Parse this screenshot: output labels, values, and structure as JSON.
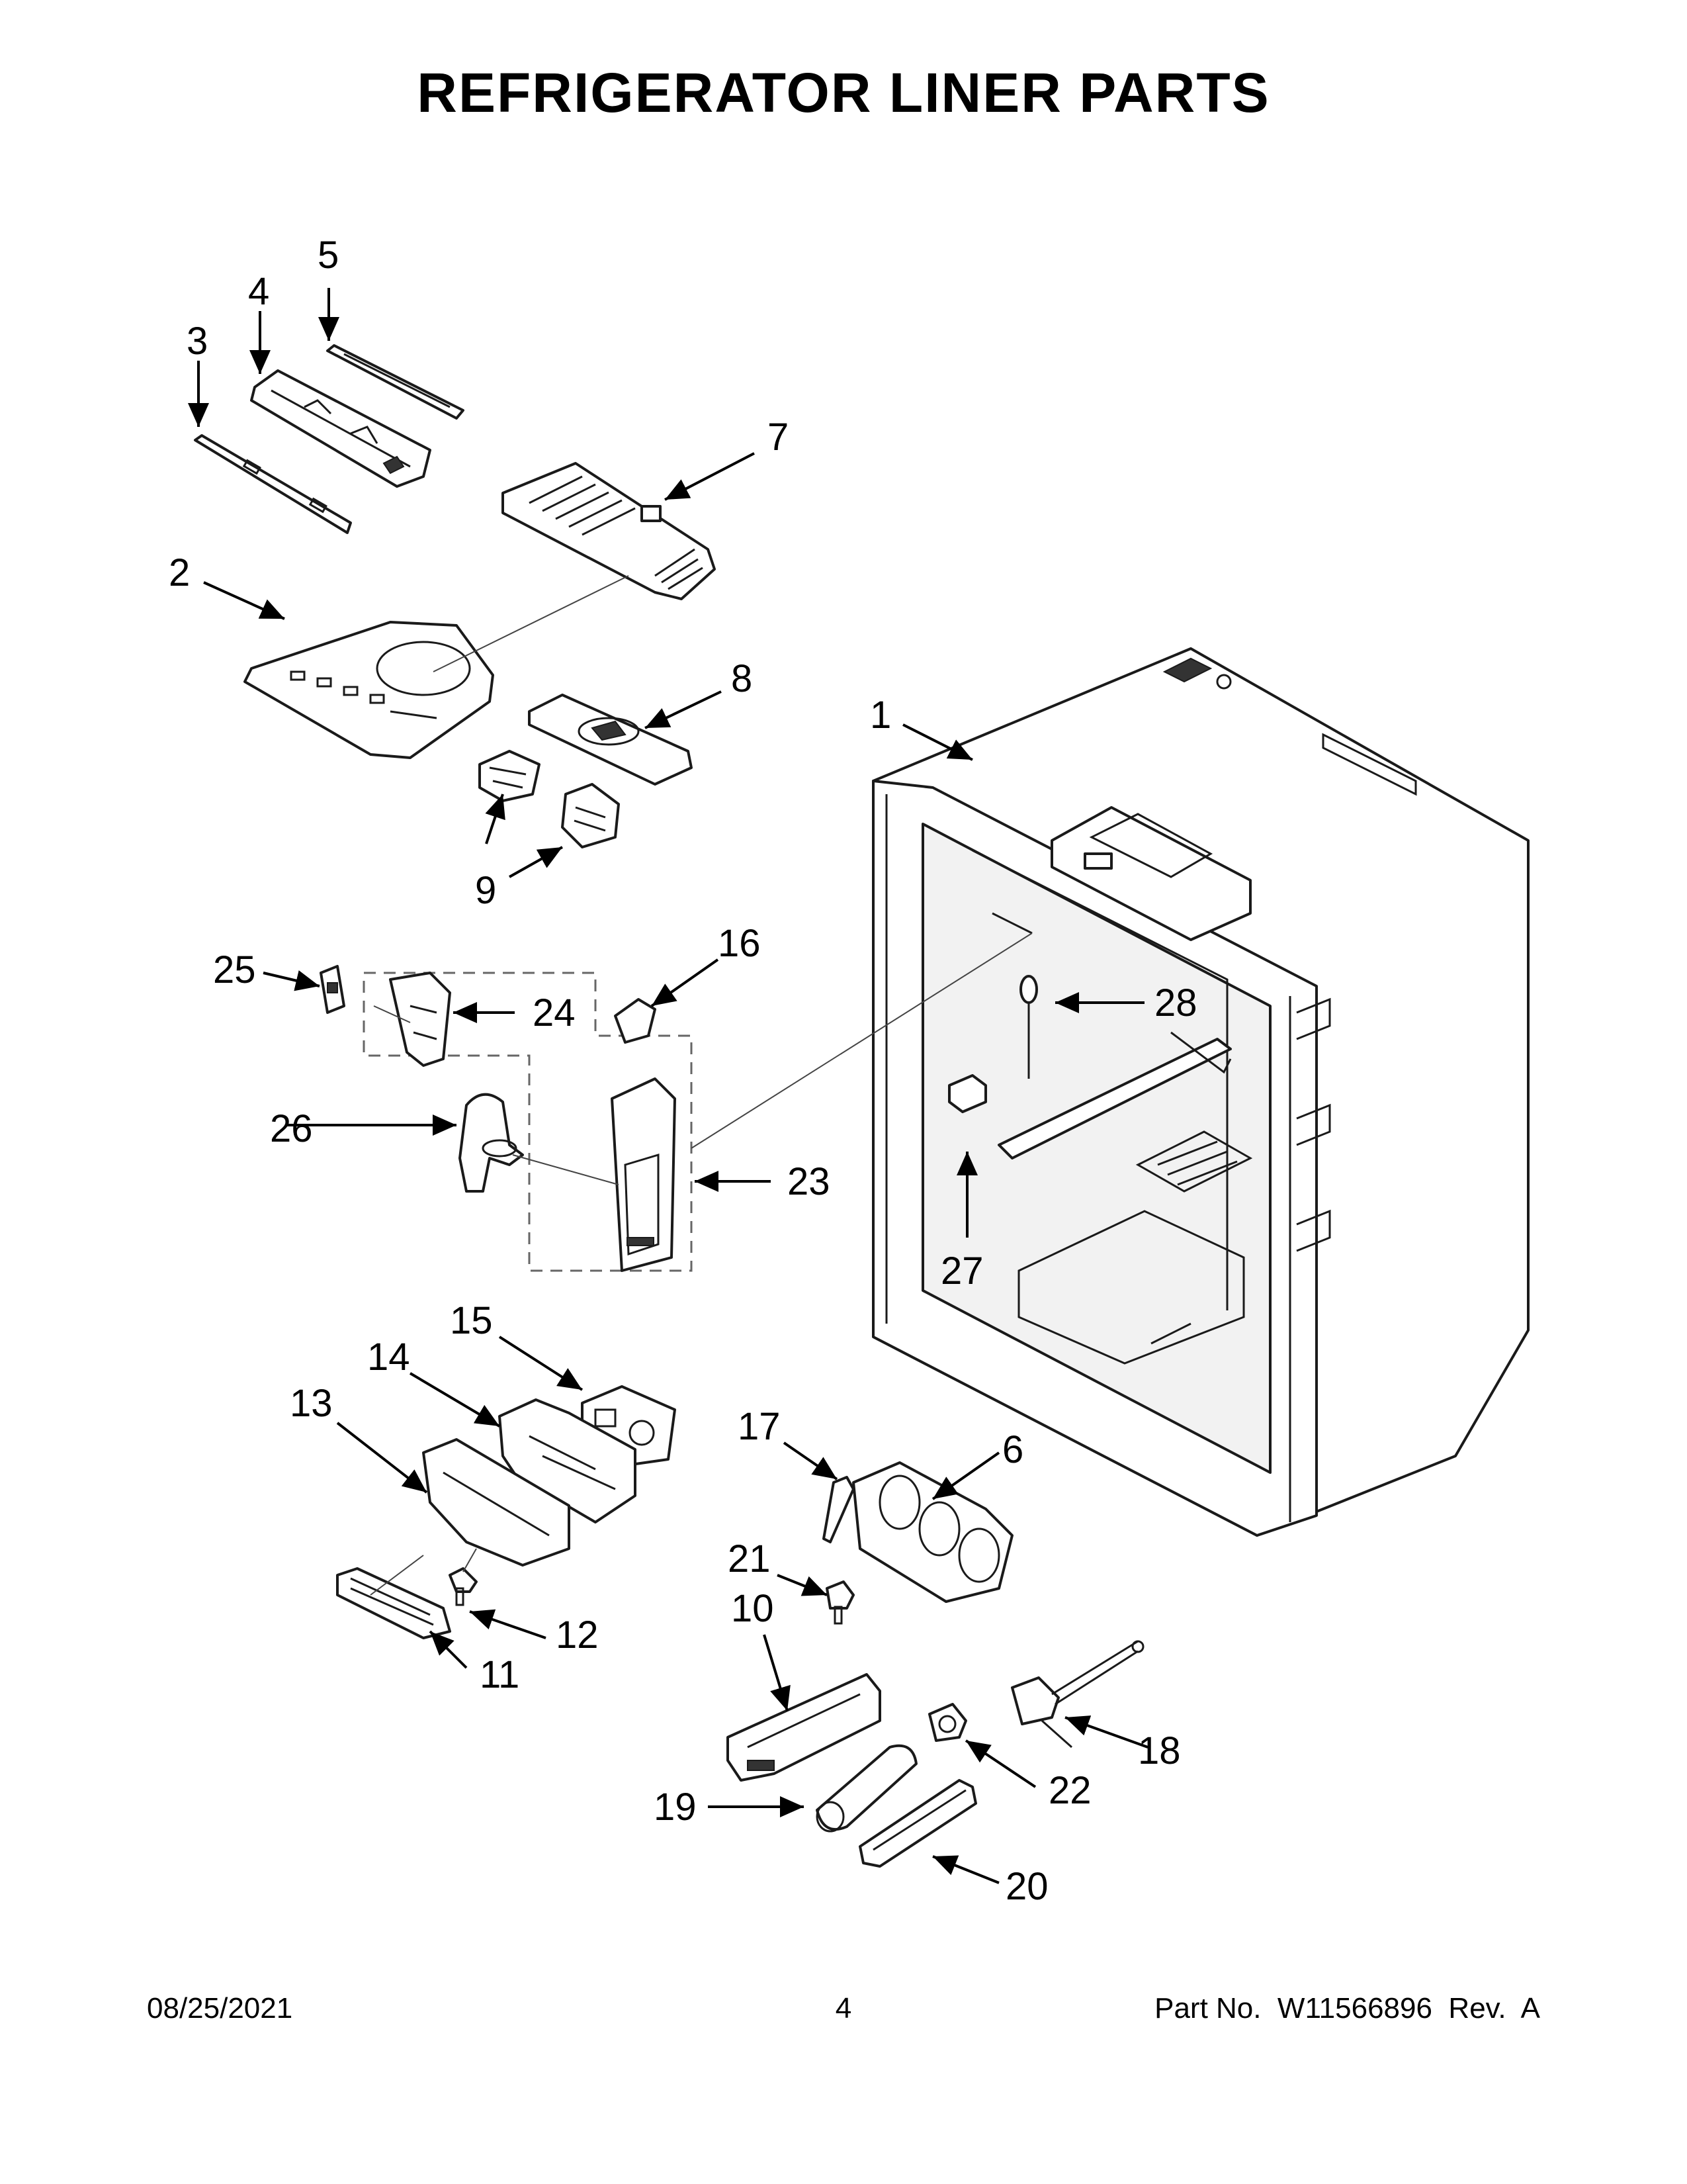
{
  "title": "REFRIGERATOR LINER PARTS",
  "footer": {
    "date": "08/25/2021",
    "page": "4",
    "part_no": "Part No.  W11566896  Rev.  A"
  },
  "callouts": [
    "1",
    "2",
    "3",
    "4",
    "5",
    "6",
    "7",
    "8",
    "9",
    "10",
    "11",
    "12",
    "13",
    "14",
    "15",
    "16",
    "17",
    "18",
    "19",
    "20",
    "21",
    "22",
    "23",
    "24",
    "25",
    "26",
    "27",
    "28"
  ]
}
